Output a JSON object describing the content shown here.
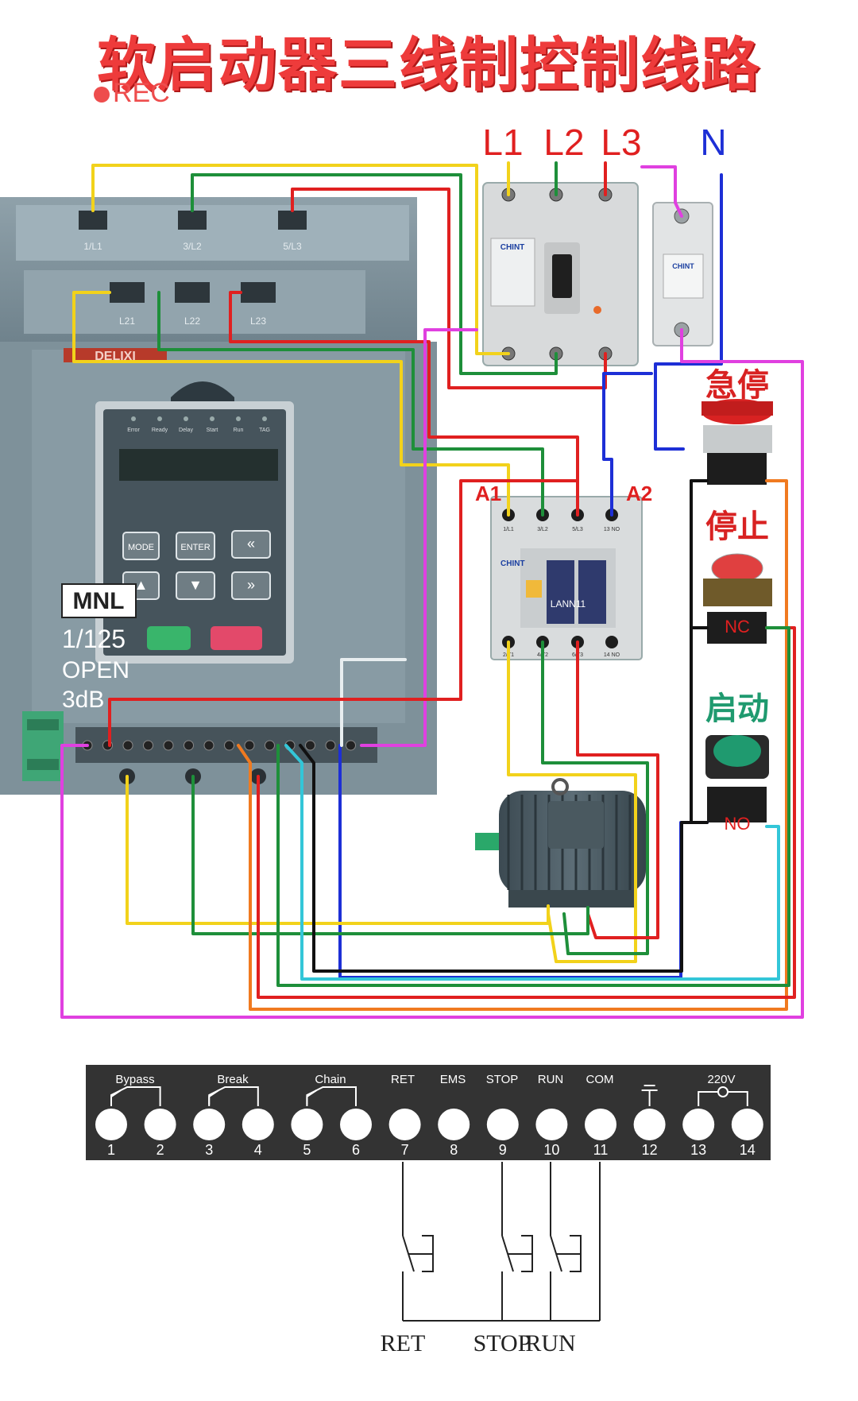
{
  "header": {
    "title": "软启动器三线制控制线路",
    "rec_label": "REC"
  },
  "supply": {
    "labels": [
      "L1",
      "L2",
      "L3",
      "N"
    ]
  },
  "soft_starter": {
    "input_terminals": [
      "1/L1",
      "3/L2",
      "5/L3"
    ],
    "bypass_terminals": [
      "L21",
      "L22",
      "L23"
    ],
    "brand": "DELIXI",
    "display_leds": [
      "Error",
      "Ready",
      "Delay",
      "Start",
      "Run",
      "TAG"
    ],
    "keys": [
      "MODE",
      "ENTER",
      "«",
      "▲",
      "▼",
      "»"
    ],
    "watermark_lines": [
      "MNL",
      "1/125",
      "OPEN",
      "3dB"
    ]
  },
  "contactor": {
    "coil_left": "A1",
    "coil_right": "A2",
    "top_terminals": [
      "1/L1",
      "3/L2",
      "5/L3",
      "13 NO"
    ],
    "bottom_terminals": [
      "2/T1",
      "4/T2",
      "6/T3",
      "14 NO"
    ],
    "model": "LANN11",
    "brand": "CHINT"
  },
  "breaker": {
    "brand": "CHINT"
  },
  "buttons": [
    {
      "label": "急停",
      "contact": "",
      "color": "#d82222"
    },
    {
      "label": "停止",
      "contact": "NC",
      "color": "#d82222"
    },
    {
      "label": "启动",
      "contact": "NO",
      "color": "#1f9a6f"
    }
  ],
  "terminal_strip": {
    "group_labels": [
      "Bypass",
      "Break",
      "Chain",
      "RET",
      "EMS",
      "STOP",
      "RUN",
      "COM",
      "220V"
    ],
    "numbers": [
      "1",
      "2",
      "3",
      "4",
      "5",
      "6",
      "7",
      "8",
      "9",
      "10",
      "11",
      "12",
      "13",
      "14"
    ]
  },
  "schematic": {
    "labels": [
      "RET",
      "STOP",
      "RUN"
    ]
  },
  "colors": {
    "title_red": "#ee3b3b",
    "wire_yellow": "#f2d21b",
    "wire_green": "#1e8f3a",
    "wire_red": "#e02020",
    "wire_magenta": "#e040e0",
    "wire_blue": "#1d2fd6",
    "wire_cyan": "#33c6d8",
    "wire_orange": "#f07a20",
    "wire_black": "#111111",
    "device_gray": "#8a9aa3"
  }
}
